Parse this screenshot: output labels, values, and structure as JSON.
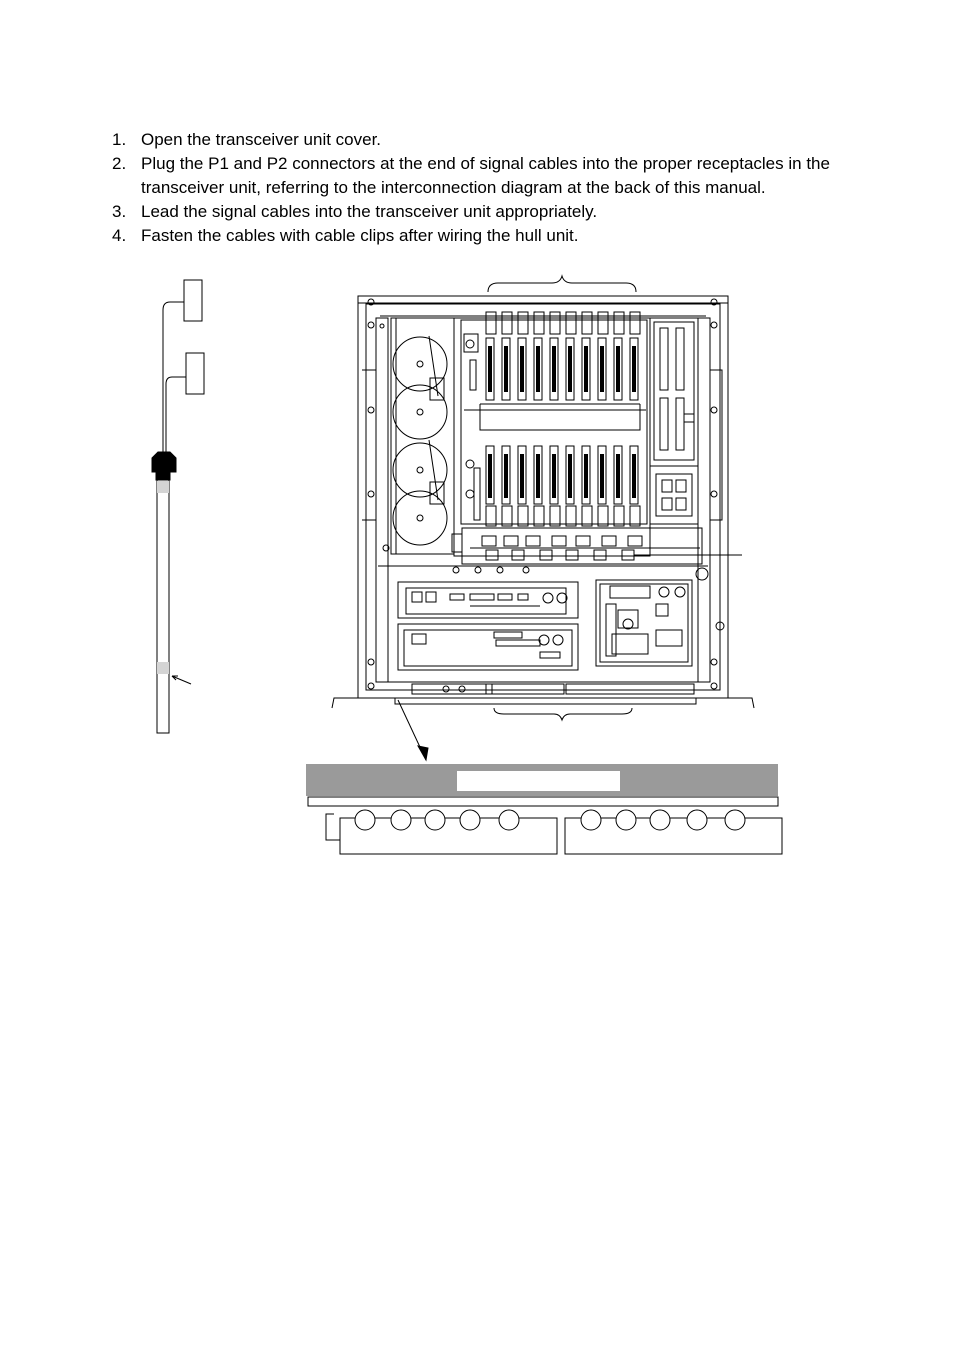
{
  "instructions": [
    {
      "num": "1.",
      "text": "Open the transceiver unit cover."
    },
    {
      "num": "2.",
      "text": "Plug the P1 and P2 connectors at the end of signal cables into the proper receptacles in the transceiver unit, referring to the interconnection diagram at the back of this manual."
    },
    {
      "num": "3.",
      "text": "Lead the signal cables into the transceiver unit appropriately."
    },
    {
      "num": "4.",
      "text": "Fasten the cables with cable clips after wiring the hull unit."
    }
  ]
}
